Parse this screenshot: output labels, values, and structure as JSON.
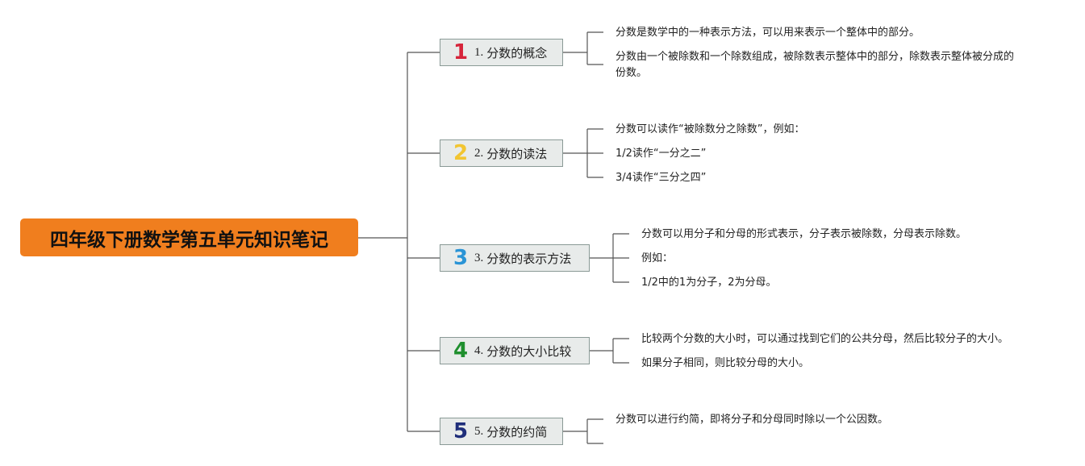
{
  "root": {
    "title": "四年级下册数学第五单元知识笔记"
  },
  "branches": [
    {
      "number": "1",
      "color": "#d6243a",
      "prefix": "1.",
      "title": "分数的概念",
      "leaves": [
        "分数是数学中的一种表示方法，可以用来表示一个整体中的部分。",
        "分数由一个被除数和一个除数组成，被除数表示整体中的部分，除数表示整体被分成的份数。"
      ]
    },
    {
      "number": "2",
      "color": "#f2c531",
      "prefix": "2.",
      "title": "分数的读法",
      "leaves": [
        "分数可以读作“被除数分之除数”，例如：",
        "1/2读作“一分之二”",
        "3/4读作“三分之四”"
      ]
    },
    {
      "number": "3",
      "color": "#2a94d6",
      "prefix": "3.",
      "title": "分数的表示方法",
      "leaves": [
        "分数可以用分子和分母的形式表示，分子表示被除数，分母表示除数。",
        "例如：",
        "1/2中的1为分子，2为分母。"
      ]
    },
    {
      "number": "4",
      "color": "#1f8f2e",
      "prefix": "4.",
      "title": "分数的大小比较",
      "leaves": [
        "比较两个分数的大小时，可以通过找到它们的公共分母，然后比较分子的大小。",
        "如果分子相同，则比较分母的大小。"
      ]
    },
    {
      "number": "5",
      "color": "#1f2e7a",
      "prefix": "5.",
      "title": "分数的约简",
      "leaves": [
        "分数可以进行约简，即将分子和分母同时除以一个公因数。"
      ]
    }
  ]
}
